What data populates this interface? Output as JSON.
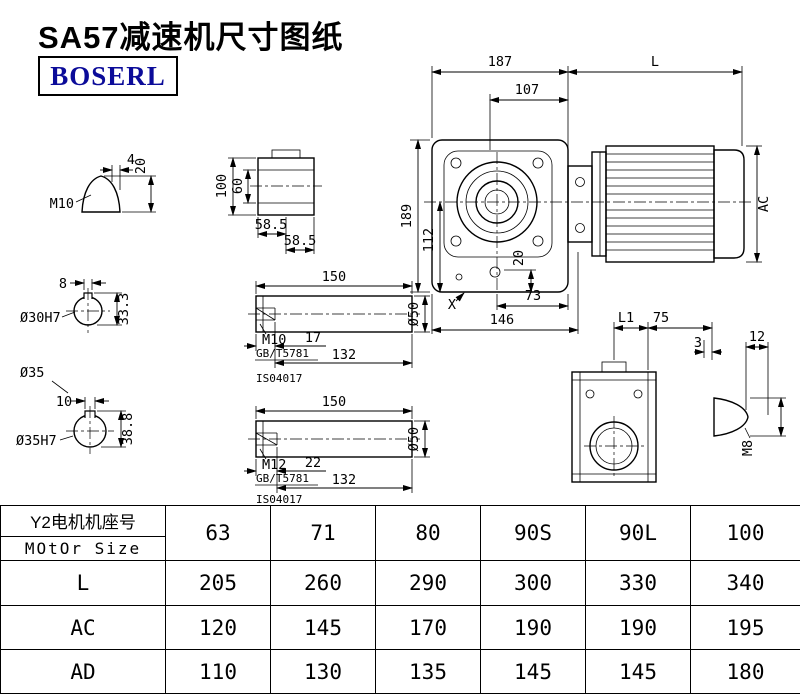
{
  "page": {
    "title": "SA57减速机尺寸图纸",
    "brand": "BOSERL"
  },
  "views": {
    "plug_view": {
      "m10": "M10",
      "d4": "4",
      "d20": "20"
    },
    "hub_view": {
      "d100": "100",
      "d60": "60",
      "d58a": "58.5",
      "d58b": "58.5"
    },
    "main_view": {
      "d187": "187",
      "dL": "L",
      "d107": "107",
      "d189": "189",
      "d112": "112",
      "d20": "20",
      "d73": "73",
      "d146": "146",
      "dAC": "AC",
      "x_label": "X"
    },
    "bore30": {
      "d8": "8",
      "label": "Ø30H7",
      "d333": "33.3"
    },
    "bore35": {
      "d35": "Ø35",
      "d10": "10",
      "label": "Ø35H7",
      "d388": "38.8"
    },
    "shaft1": {
      "d150": "150",
      "m10": "M10",
      "gb": "GB/T5781",
      "iso": "IS04017",
      "d17": "17",
      "d132": "132",
      "d50": "Ø50"
    },
    "shaft2": {
      "d150": "150",
      "m12": "M12",
      "gb": "GB/T5781",
      "iso": "IS04017",
      "d22": "22",
      "d132": "132",
      "d50": "Ø50"
    },
    "side_view": {
      "dL1": "L1",
      "d75": "75",
      "d3": "3",
      "d12": "12",
      "m8": "M8"
    }
  },
  "table": {
    "motor_label_cn": "Y2电机机座号",
    "motor_label_en": "MOtOr Size",
    "sizes": [
      "63",
      "71",
      "80",
      "90S",
      "90L",
      "100"
    ],
    "rows": [
      {
        "label": "L",
        "values": [
          "205",
          "260",
          "290",
          "300",
          "330",
          "340"
        ]
      },
      {
        "label": "AC",
        "values": [
          "120",
          "145",
          "170",
          "190",
          "190",
          "195"
        ]
      },
      {
        "label": "AD",
        "values": [
          "110",
          "130",
          "135",
          "145",
          "145",
          "180"
        ]
      }
    ]
  }
}
